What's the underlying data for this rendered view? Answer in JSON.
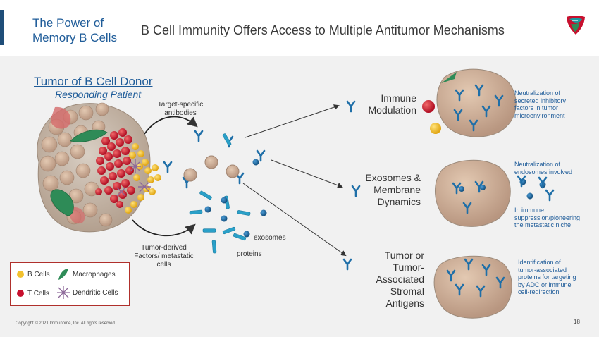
{
  "header": {
    "section_title": "The Power of Memory B Cells",
    "main_title": "B Cell Immunity Offers Access to Multiple Antitumor Mechanisms"
  },
  "tumor": {
    "title": "Tumor of B Cell Donor",
    "subtitle": "Responding Patient"
  },
  "labels": {
    "antibodies": "Target-specific antibodies",
    "factors": "Tumor-derived Factors/ metastatic cells",
    "exosomes": "exosomes",
    "proteins": "proteins"
  },
  "outcomes": [
    {
      "title": "Immune Modulation",
      "note": "Neutralization of secreted inhibitory factors in tumor microenvironment"
    },
    {
      "title": "Exosomes & Membrane Dynamics",
      "note": "Neutralization of endosomes involved",
      "note2": "In immune suppression/pioneering the metastatic niche"
    },
    {
      "title": "Tumor or Tumor-Associated Stromal Antigens",
      "note": "Identification of tumor-associated proteins for targeting by ADC or immune cell-redirection"
    }
  ],
  "legend": {
    "b_cells": "B Cells",
    "macrophages": "Macrophages",
    "t_cells": "T Cells",
    "dendritic_cells": "Dendritic Cells"
  },
  "colors": {
    "brand_blue": "#1f5c99",
    "b_cell": "#f2c12e",
    "t_cell": "#c8102e",
    "macrophage": "#2e8b57",
    "dendritic": "#8e6a9a",
    "antibody": "#1f6fa8",
    "legend_border": "#b0302c"
  },
  "footer": {
    "copyright": "Copyright © 2021 Immunome, Inc. All rights reserved.",
    "page": "18"
  }
}
